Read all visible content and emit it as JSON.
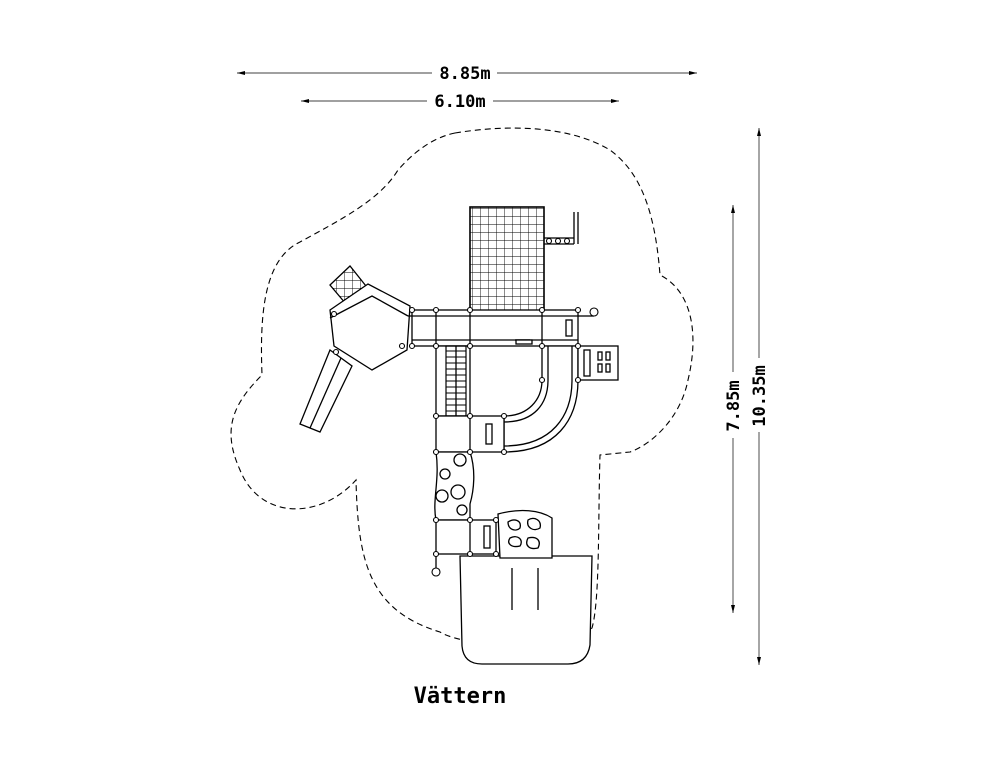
{
  "dimensions": {
    "total_width": "8.85m",
    "structure_width": "6.10m",
    "structure_depth": "7.85m",
    "total_depth": "10.35m"
  },
  "product_name": "Vättern"
}
